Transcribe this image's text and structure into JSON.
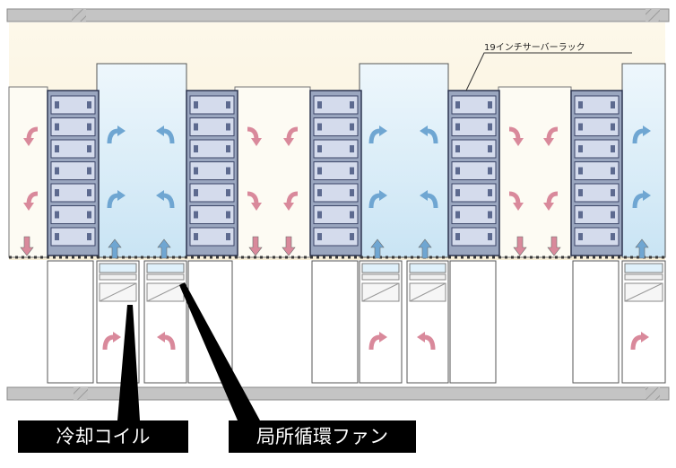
{
  "labels": {
    "rack": "19インチサーバーラック",
    "cooling_coil": "冷却コイル",
    "local_fan": "局所循環ファン"
  },
  "colors": {
    "room_wall": "#b3b3b3",
    "rack_face": "#9aa6bf",
    "server_unit": "#d4dbec",
    "cold_aisle": "#d6ebf6",
    "hot_aisle": "#fbf3dd",
    "cool_arrow": "#6fa6d2",
    "warm_arrow": "#d9899b",
    "caption_bg": "#000000",
    "caption_text": "#ffffff"
  },
  "diagram": {
    "racks": 5,
    "servers_per_rack": 7,
    "arrow_types": [
      "cool-air-arrow",
      "warm-air-arrow"
    ]
  }
}
